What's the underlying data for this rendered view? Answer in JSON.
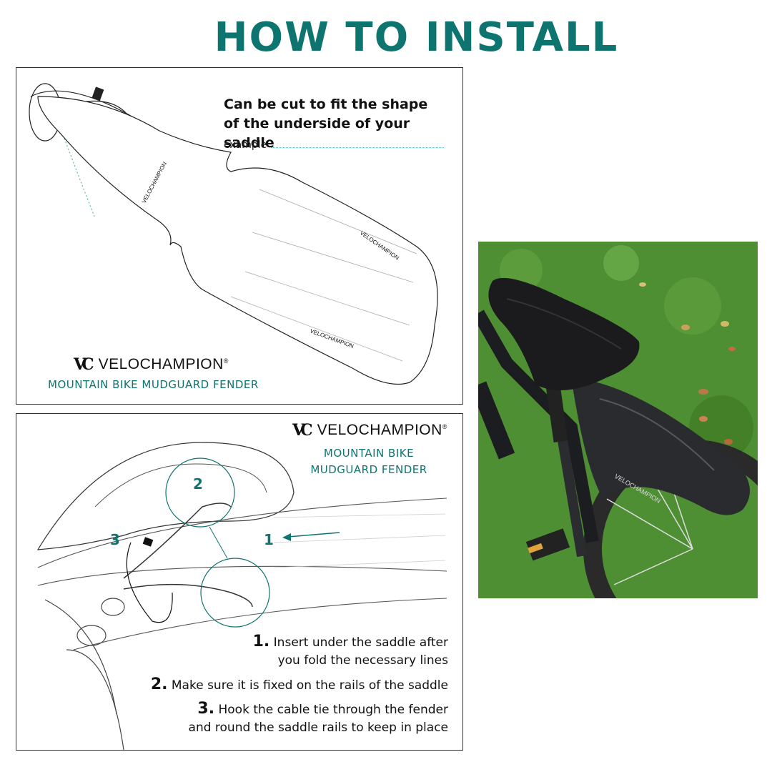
{
  "heading": "HOW TO INSTALL",
  "top_panel": {
    "cut_text_line1": "Can be cut to fit the shape",
    "cut_text_line2": "of the underside of your saddle",
    "example_label": "example",
    "brand_mark": "VC",
    "brand_name": "VELOCHAMPION",
    "brand_reg": "®",
    "product": "MOUNTAIN BIKE MUDGUARD FENDER",
    "fender_logo_text": "VELOCHAMPION"
  },
  "bottom_panel": {
    "brand_mark": "VC",
    "brand_name": "VELOCHAMPION",
    "brand_reg": "®",
    "product_line1": "MOUNTAIN BIKE",
    "product_line2": "MUDGUARD FENDER",
    "callouts": [
      "1",
      "2",
      "3"
    ],
    "steps": [
      {
        "num": "1.",
        "line1": "Insert under the saddle after",
        "line2": "you fold the necessary lines"
      },
      {
        "num": "2.",
        "line1": "Make sure it is fixed on the rails of the saddle"
      },
      {
        "num": "3.",
        "line1": "Hook the cable tie through the fender",
        "line2": "and round the saddle rails to keep in place"
      }
    ]
  },
  "photo": {
    "fender_logo_text": "VELOCHAMPION",
    "colors": {
      "grass": "#4f8f34",
      "saddle": "#1b1b1d",
      "fender": "#2a2b2e"
    }
  },
  "colors": {
    "accent": "#0e7470"
  }
}
